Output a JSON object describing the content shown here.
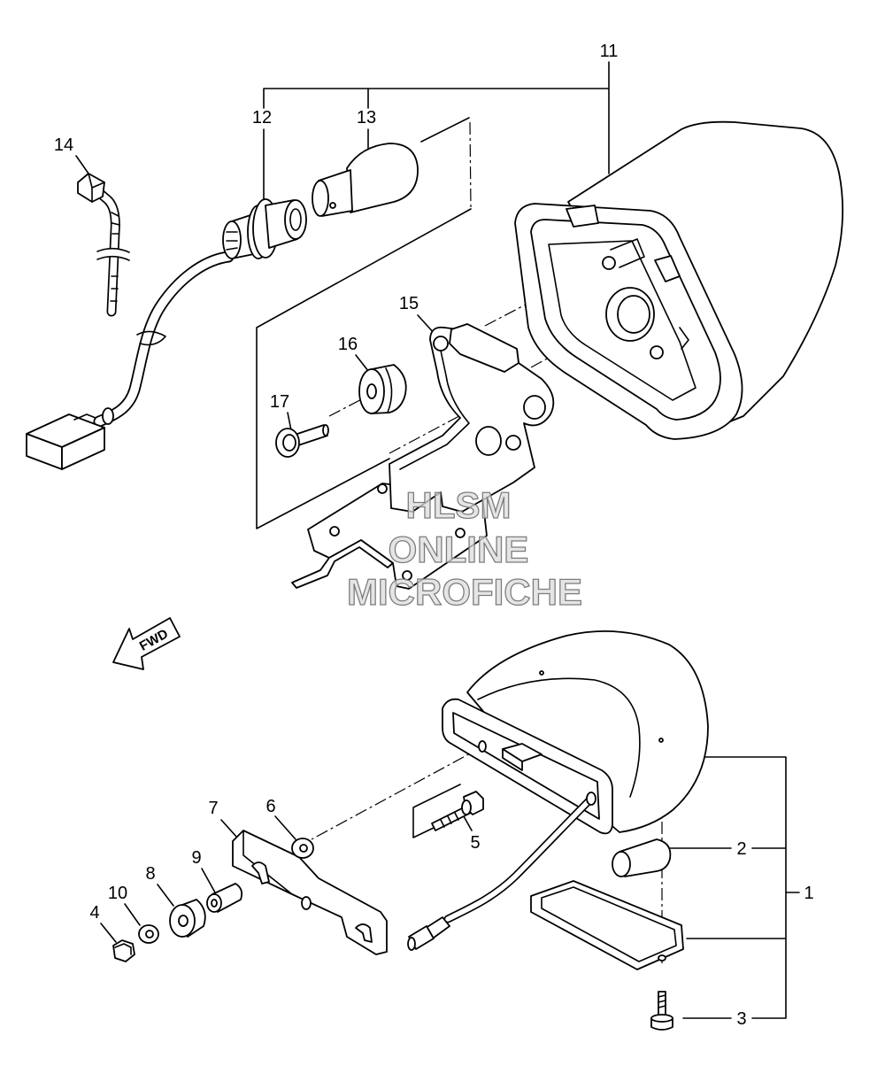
{
  "callouts": [
    "1",
    "2",
    "3",
    "4",
    "5",
    "6",
    "7",
    "8",
    "9",
    "10",
    "11",
    "12",
    "13",
    "14",
    "15",
    "16",
    "17"
  ],
  "fwd_label": "FWD",
  "watermark": {
    "line1": "HLSM",
    "line2": "ONLINE",
    "line3": "MICROFICHE"
  }
}
